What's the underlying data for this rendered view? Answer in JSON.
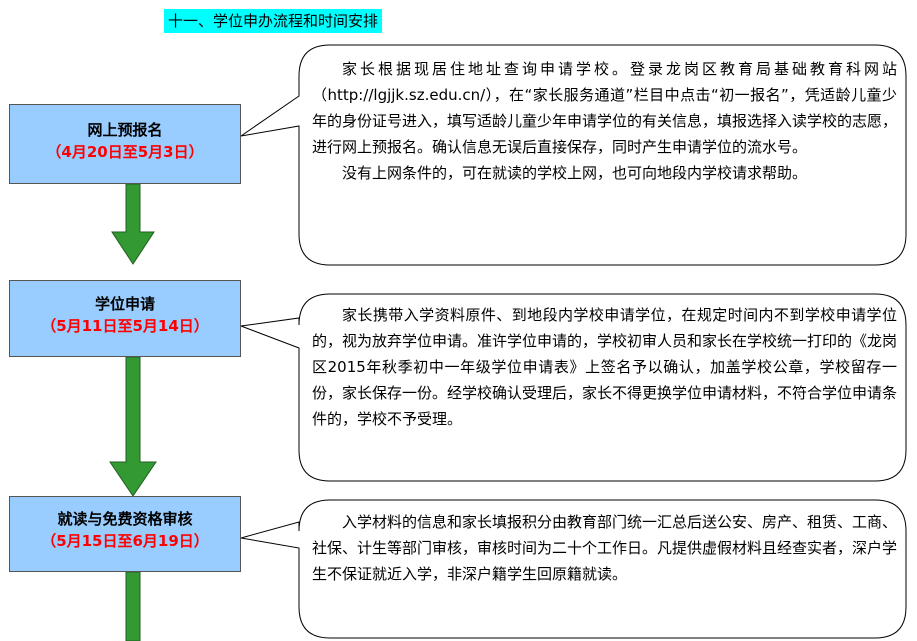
{
  "title": "十一、学位申办流程和时间安排",
  "steps": [
    {
      "name": "网上预报名",
      "date": "（4月20日至5月3日）"
    },
    {
      "name": "学位申请",
      "date": "（5月11日至5月14日）"
    },
    {
      "name": "就读与免费资格审核",
      "date": "（5月15日至6月19日）"
    }
  ],
  "bubbles": [
    {
      "paragraphs": [
        "家长根据现居住地址查询申请学校。登录龙岗区教育局基础教育科网站（http://lgjjk.sz.edu.cn/），在“家长服务通道”栏目中点击“初一报名”，凭适龄儿童少年的身份证号进入，填写适龄儿童少年申请学位的有关信息，填报选择入读学校的志愿，进行网上预报名。确认信息无误后直接保存，同时产生申请学位的流水号。",
        "没有上网条件的，可在就读的学校上网，也可向地段内学校请求帮助。"
      ]
    },
    {
      "paragraphs": [
        "家长携带入学资料原件、到地段内学校申请学位，在规定时间内不到学校申请学位的，视为放弃学位申请。准许学位申请的，学校初审人员和家长在学校统一打印的《龙岗区2015年秋季初中一年级学位申请表》上签名予以确认，加盖学校公章，学校留存一份，家长保存一份。经学校确认受理后，家长不得更换学位申请材料，不符合学位申请条件的，学校不予受理。"
      ]
    },
    {
      "paragraphs": [
        "入学材料的信息和家长填报积分由教育部门统一汇总后送公安、房产、租赁、工商、社保、计生等部门审核，审核时间为二十个工作日。凡提供虚假材料且经查实者，深户学生不保证就近入学，非深户籍学生回原籍就读。"
      ]
    }
  ],
  "colors": {
    "step_fill": "#99ccff",
    "date_text": "#ff0000",
    "arrow_fill": "#339933",
    "title_highlight": "#00ffff"
  }
}
